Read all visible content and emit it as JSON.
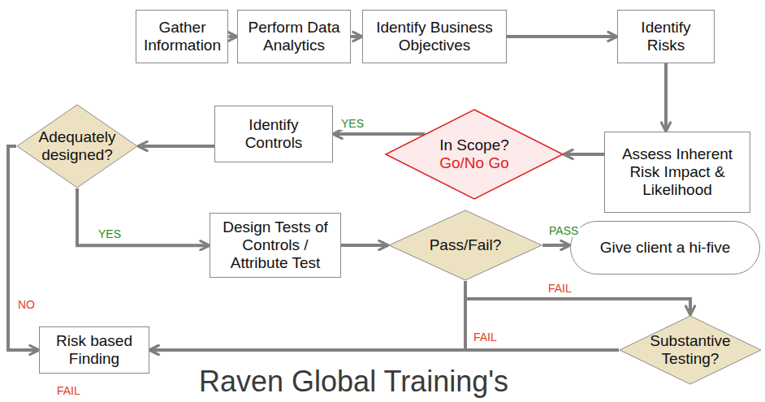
{
  "diagram": {
    "nodes": [
      {
        "text": [
          "Gather Information"
        ]
      },
      {
        "text": [
          "Perform Data Analytics"
        ]
      },
      {
        "text": [
          "Identify Business Objectives"
        ]
      },
      {
        "text": [
          "Identify Risks"
        ]
      },
      {
        "text": [
          "Assess Inherent Risk Impact & Likelihood"
        ]
      },
      {
        "text": [
          "In Scope?",
          "Go/No Go"
        ]
      },
      {
        "text": [
          "Identify Controls"
        ]
      },
      {
        "text": [
          "Adequately designed?"
        ]
      },
      {
        "text": [
          "Design Tests of Controls / Attribute Test"
        ]
      },
      {
        "text": [
          "Pass/Fail?"
        ]
      },
      {
        "text": [
          "Give client a hi-five"
        ]
      },
      {
        "text": [
          "Risk based Finding"
        ]
      },
      {
        "text": [
          "Substantive Testing?"
        ]
      }
    ],
    "edges": [
      {
        "from": 0,
        "to": 1,
        "arrow": "to"
      },
      {
        "from": 1,
        "to": 2,
        "arrow": "to"
      },
      {
        "from": 2,
        "to": 3,
        "arrow": "to"
      },
      {
        "from": 3,
        "to": 4,
        "arrow": "to"
      },
      {
        "from": 4,
        "to": 5,
        "arrow": "to"
      },
      {
        "from": 5,
        "to": 6,
        "label": "YES",
        "arrow": "to"
      },
      {
        "from": 6,
        "to": 7,
        "arrow": "to"
      },
      {
        "from": 7,
        "to": 8,
        "label": "YES",
        "arrow": "to"
      },
      {
        "from": 8,
        "to": 9,
        "arrow": "to"
      },
      {
        "from": 9,
        "to": 10,
        "label": "PASS",
        "arrow": "to"
      },
      {
        "from": 9,
        "to": 12,
        "label": "FAIL",
        "arrow": "to"
      },
      {
        "from": 9,
        "to": 11,
        "label": "FAIL",
        "arrow": "to"
      },
      {
        "from": 12,
        "to": 11,
        "arrow": "to"
      },
      {
        "from": 7,
        "to": 11,
        "label": "NO",
        "arrow": "to"
      }
    ],
    "labels": [
      "FAIL",
      "Raven Global Training's"
    ]
  }
}
